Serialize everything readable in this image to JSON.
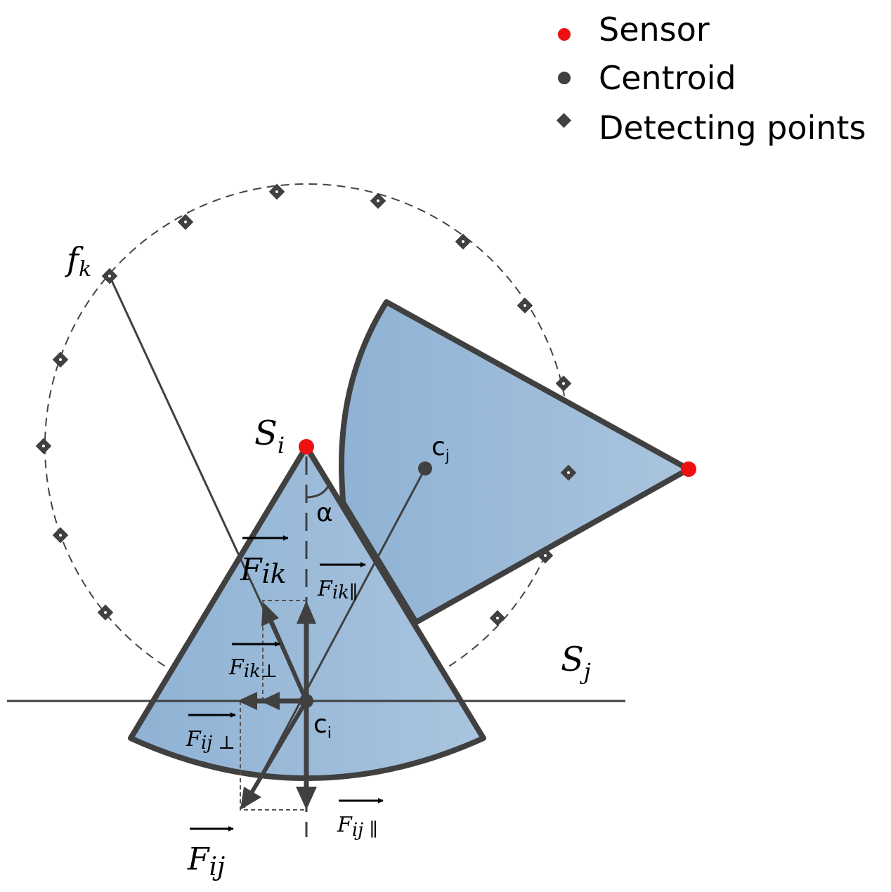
{
  "legend": {
    "sensor_label": "Sensor",
    "centroid_label": "Centroid",
    "detecting_label": "Detecting points"
  },
  "labels": {
    "S_i_base": "S",
    "S_i_sub": "i",
    "S_j_base": "S",
    "S_j_sub": "j",
    "f_k_base": "f",
    "f_k_sub": "k",
    "c_j_base": "c",
    "c_j_sub": "j",
    "c_i_base": "c",
    "c_i_sub": "i",
    "alpha": "α",
    "F_ik": "F",
    "F_ik_sub": "ik",
    "F_ik_par": "F",
    "F_ik_par_sub": "ik∥",
    "F_ik_perp": "F",
    "F_ik_perp_sub": "ik⊥",
    "F_ij_perp": "F",
    "F_ij_perp_sub": "ij ⊥",
    "F_ij": "F",
    "F_ij_sub": "ij",
    "F_ij_par": "F",
    "F_ij_par_sub": "ij ∥"
  },
  "colors": {
    "sensor": "#ee1111",
    "centroid": "#404040",
    "sector_fill": "#93b6d6",
    "outline": "#404040"
  }
}
